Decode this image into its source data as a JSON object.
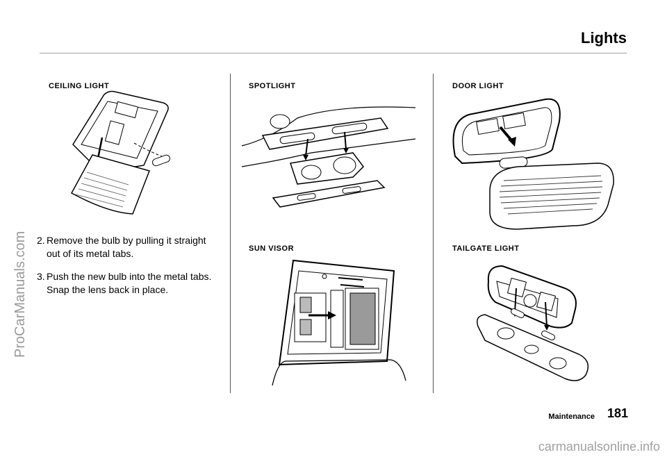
{
  "header": {
    "title": "Lights"
  },
  "sections": {
    "ceiling_light": "CEILING LIGHT",
    "spotlight": "SPOTLIGHT",
    "sun_visor": "SUN VISOR",
    "door_light": "DOOR LIGHT",
    "tailgate_light": "TAILGATE LIGHT"
  },
  "steps": [
    {
      "number": "2.",
      "text": "Remove the bulb by pulling it straight out of its metal tabs."
    },
    {
      "number": "3.",
      "text": "Push the new bulb into the metal tabs. Snap the lens back in place."
    }
  ],
  "footer": {
    "section": "Maintenance",
    "page": "181"
  },
  "watermarks": {
    "left": "ProCarManuals.com",
    "bottom": "carmanualsonline.info"
  }
}
